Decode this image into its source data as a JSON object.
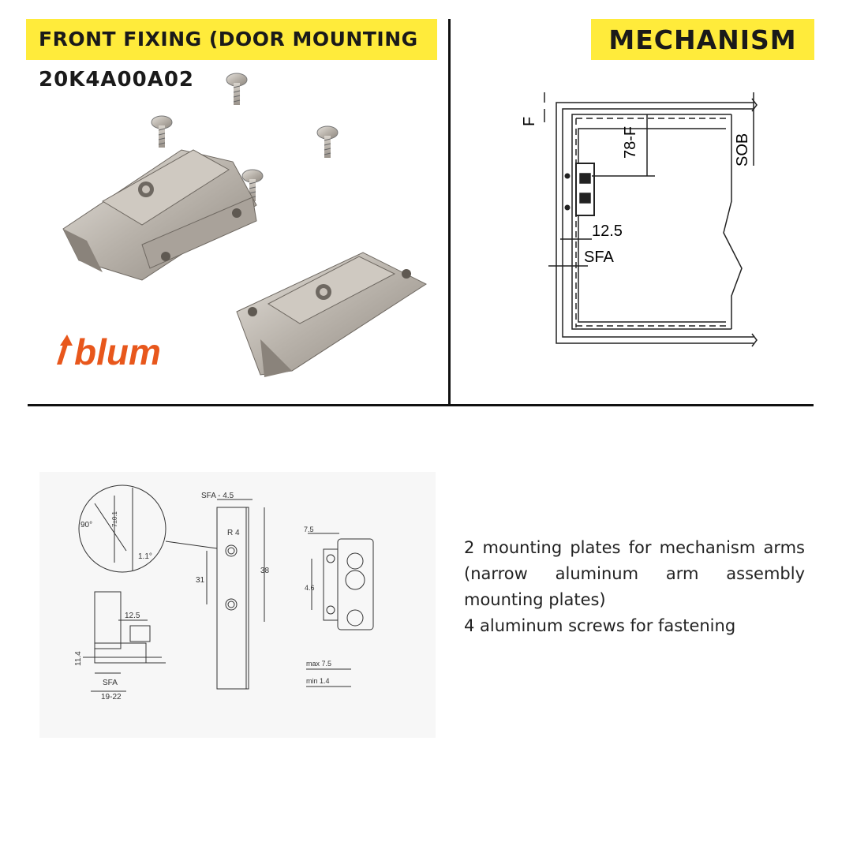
{
  "header": {
    "left_title": "FRONT FIXING (DOOR MOUNTING",
    "right_title": "MECHANISM"
  },
  "product": {
    "code": "20K4A00A02",
    "brand_logo": "blum"
  },
  "mechanism_diagram": {
    "labels": {
      "f": "F",
      "seventy_eight_minus_f": "78-F",
      "sob": "SOB",
      "dimension_12_5": "12.5",
      "sfa": "SFA"
    }
  },
  "technical_drawing": {
    "labels": {
      "angle_90": "90°",
      "tolerance": "7±0.1",
      "angle_1_1": "1.1°",
      "sfa_minus": "SFA - 4.5",
      "r4": "R 4",
      "dim_38": "38",
      "dim_31": "31",
      "dim_7_5": "7.5",
      "dim_4_6": "4.6",
      "dim_12_5": "12.5",
      "dim_11_4": "11.4",
      "sfa": "SFA",
      "range_19_22": "19-22",
      "max_7_5": "max 7.5",
      "min_1_4": "min 1.4"
    }
  },
  "description": {
    "line1": "2 mounting plates for mechanism arms",
    "line2": "(narrow aluminum arm assembly",
    "line3": "mounting plates)",
    "line4": "4 aluminum screws for fastening"
  },
  "colors": {
    "banner": "#ffeb3b",
    "brand": "#e8571c",
    "text": "#1a1a1a"
  }
}
